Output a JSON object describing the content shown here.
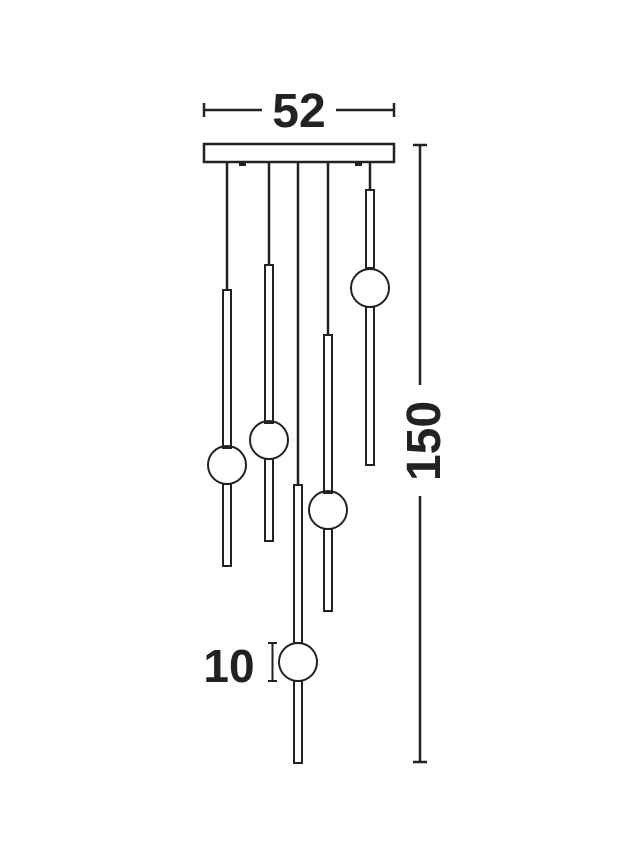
{
  "dimensions": {
    "width": "52",
    "height": "150",
    "shade": "10"
  },
  "colors": {
    "ink": "#222222",
    "background": "#ffffff"
  }
}
